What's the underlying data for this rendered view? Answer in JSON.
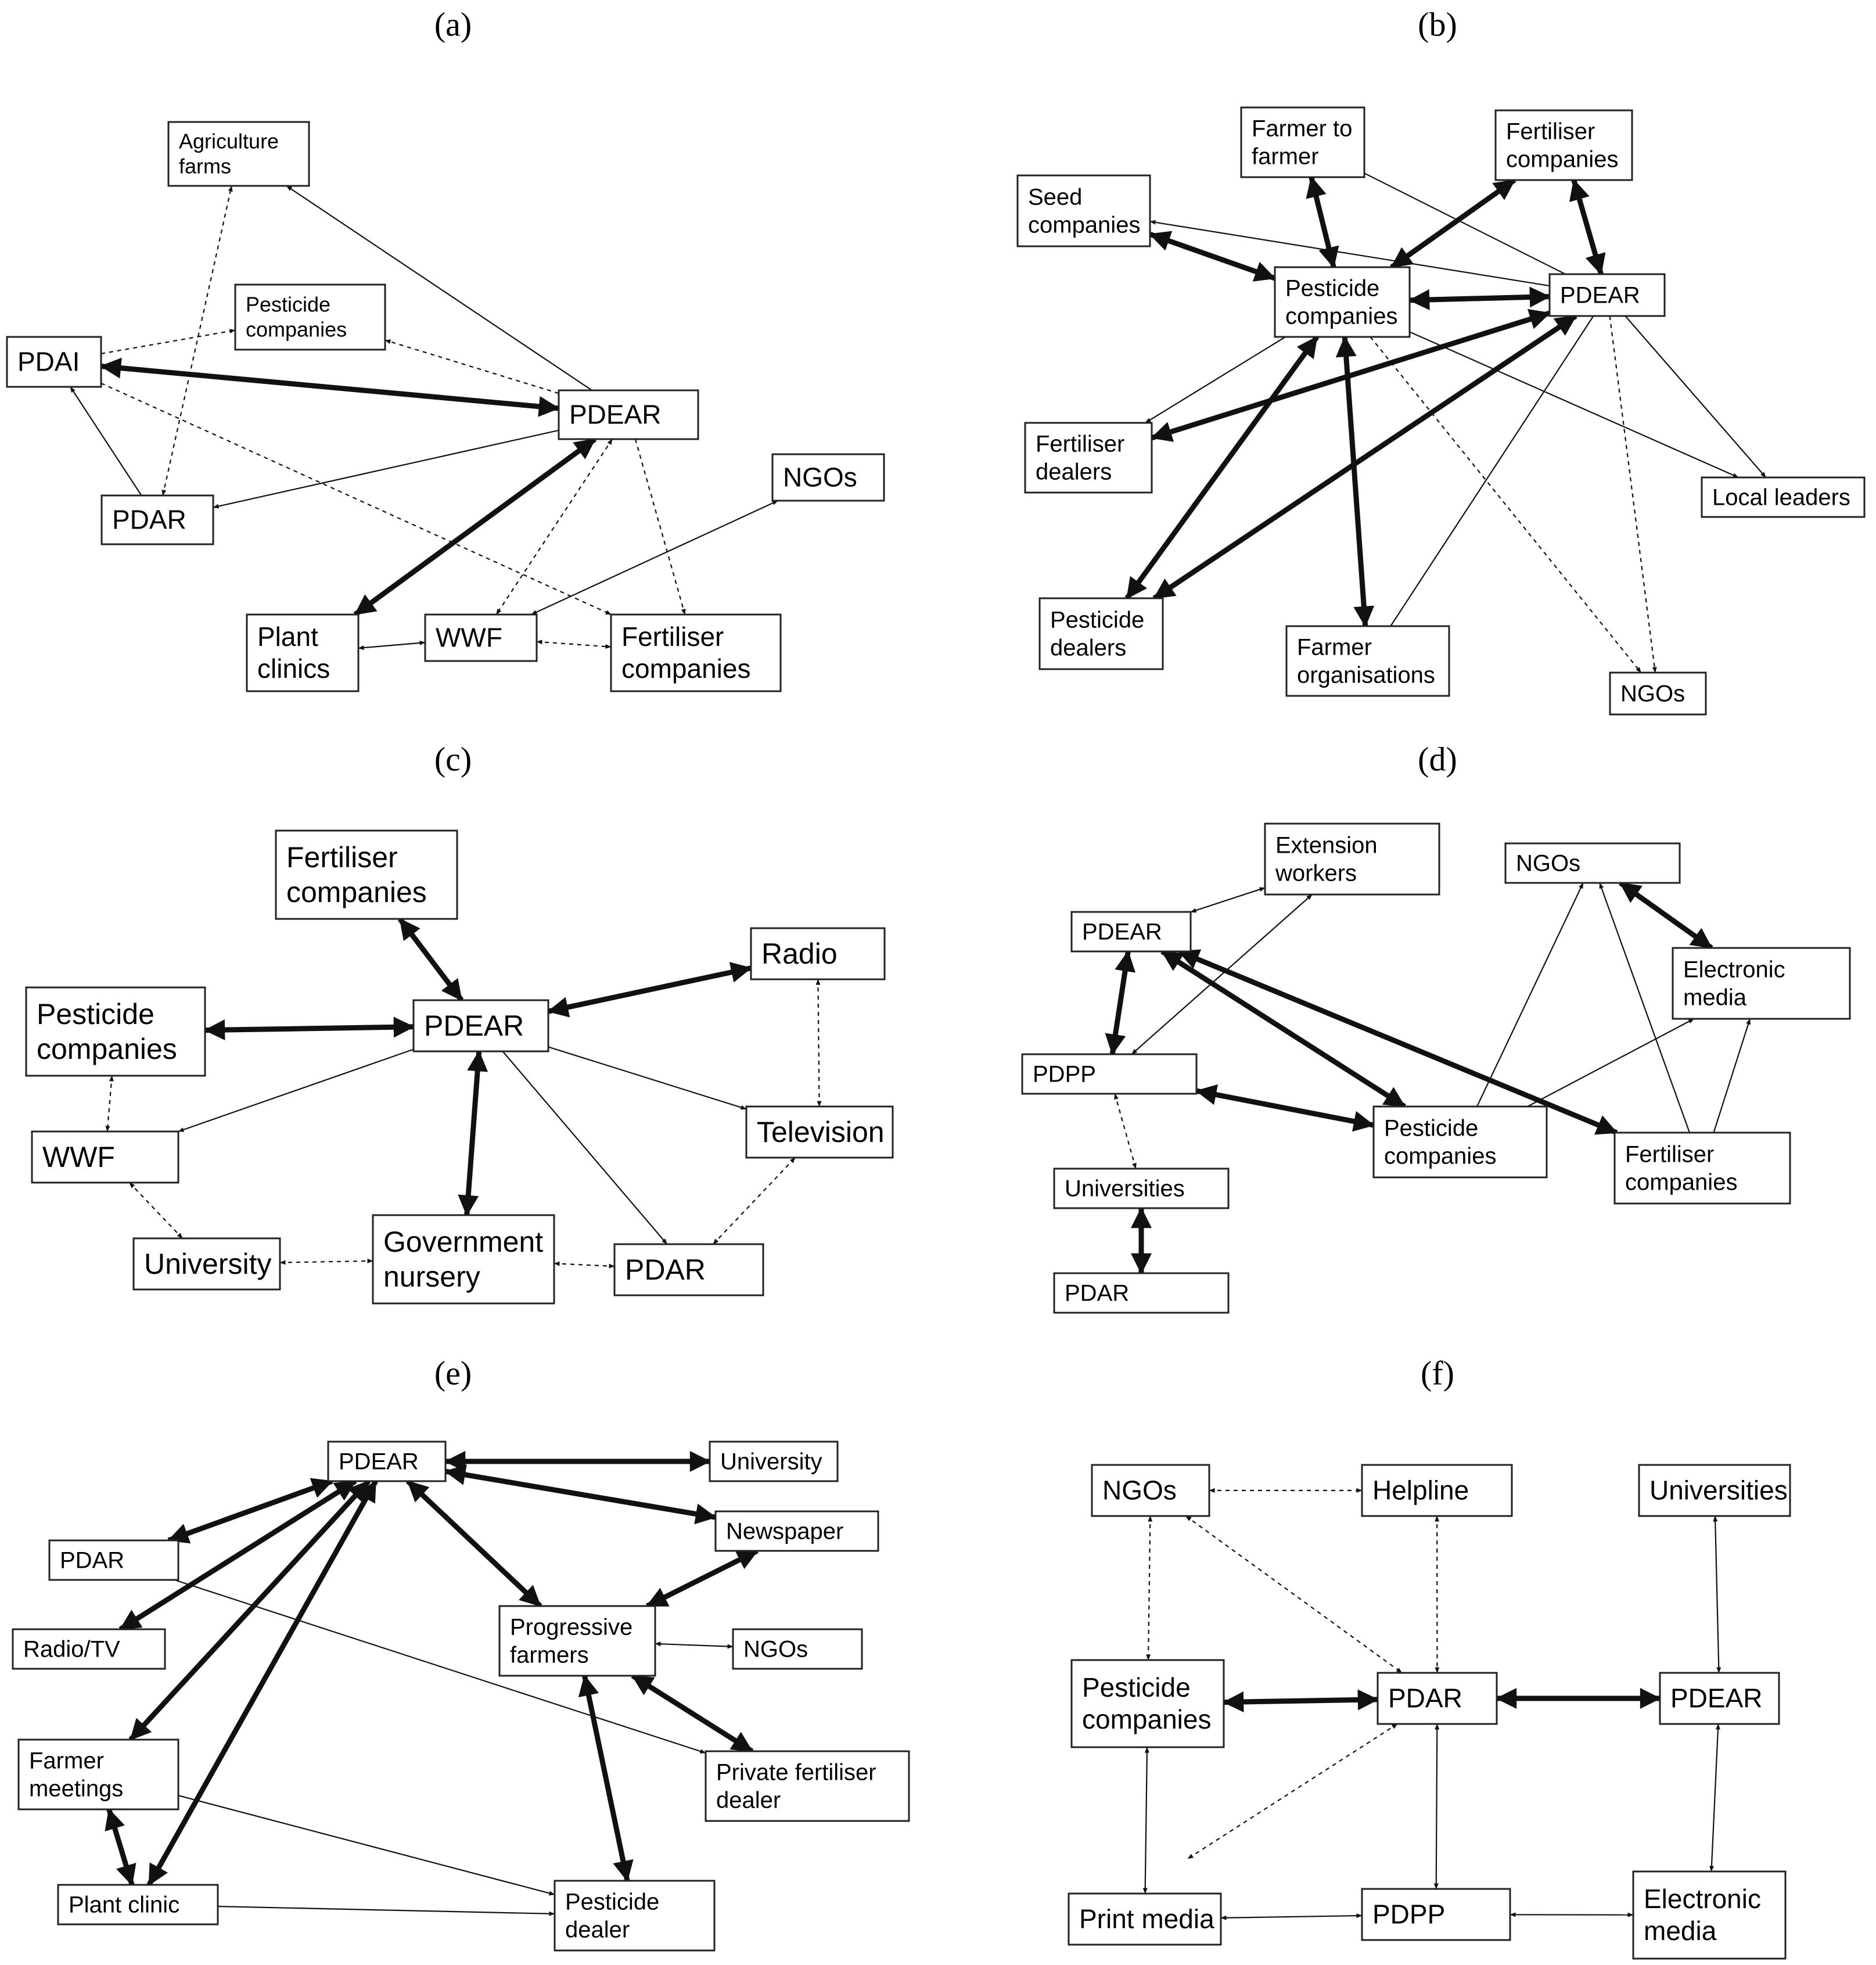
{
  "panels": [
    {
      "id": "a",
      "label": "(a)",
      "nodes": {
        "agri": {
          "lines": [
            "Agriculture",
            "farms"
          ]
        },
        "pest": {
          "lines": [
            "Pesticide",
            "companies"
          ]
        },
        "pdai": {
          "lines": [
            "PDAI"
          ]
        },
        "pdear": {
          "lines": [
            "PDEAR"
          ]
        },
        "ngos": {
          "lines": [
            "NGOs"
          ]
        },
        "pdar": {
          "lines": [
            "PDAR"
          ]
        },
        "plant": {
          "lines": [
            "Plant",
            "clinics"
          ]
        },
        "wwf": {
          "lines": [
            "WWF"
          ]
        },
        "fert": {
          "lines": [
            "Fertiliser",
            "companies"
          ]
        }
      },
      "edges": [
        {
          "from": "pdai",
          "to": "pdear",
          "style": "thick",
          "arrows": "both"
        },
        {
          "from": "pdear",
          "to": "plant",
          "style": "thick",
          "arrows": "both"
        },
        {
          "from": "pdear",
          "to": "agri",
          "style": "thin",
          "arrows": "end"
        },
        {
          "from": "pdear",
          "to": "pdar",
          "style": "thin",
          "arrows": "end"
        },
        {
          "from": "pdar",
          "to": "pdai",
          "style": "thin",
          "arrows": "end"
        },
        {
          "from": "pdai",
          "to": "pest",
          "style": "dashed",
          "arrows": "end"
        },
        {
          "from": "pdear",
          "to": "pest",
          "style": "dashed",
          "arrows": "end"
        },
        {
          "from": "pdar",
          "to": "agri",
          "style": "dashed",
          "arrows": "both"
        },
        {
          "from": "pdai",
          "to": "fert",
          "style": "dashed",
          "arrows": "end"
        },
        {
          "from": "pdear",
          "to": "fert",
          "style": "dashed",
          "arrows": "end"
        },
        {
          "from": "pdear",
          "to": "wwf",
          "style": "dashed",
          "arrows": "both"
        },
        {
          "from": "plant",
          "to": "wwf",
          "style": "thin",
          "arrows": "both"
        },
        {
          "from": "wwf",
          "to": "fert",
          "style": "dashed",
          "arrows": "both"
        },
        {
          "from": "wwf",
          "to": "ngos",
          "style": "thin",
          "arrows": "both"
        }
      ]
    },
    {
      "id": "b",
      "label": "(b)",
      "nodes": {
        "f2f": {
          "lines": [
            "Farmer to",
            "farmer"
          ]
        },
        "fertco": {
          "lines": [
            "Fertiliser",
            "companies"
          ]
        },
        "seed": {
          "lines": [
            "Seed",
            "companies"
          ]
        },
        "pestco": {
          "lines": [
            "Pesticide",
            "companies"
          ]
        },
        "pdear": {
          "lines": [
            "PDEAR"
          ]
        },
        "fertdeal": {
          "lines": [
            "Fertiliser",
            "dealers"
          ]
        },
        "local": {
          "lines": [
            "Local leaders"
          ]
        },
        "pestdeal": {
          "lines": [
            "Pesticide",
            "dealers"
          ]
        },
        "farmorg": {
          "lines": [
            "Farmer",
            "organisations"
          ]
        },
        "ngos": {
          "lines": [
            "NGOs"
          ]
        }
      },
      "edges": [
        {
          "from": "seed",
          "to": "pestco",
          "style": "thick",
          "arrows": "both"
        },
        {
          "from": "f2f",
          "to": "pestco",
          "style": "thick",
          "arrows": "both"
        },
        {
          "from": "pestco",
          "to": "fertco",
          "style": "thick",
          "arrows": "both"
        },
        {
          "from": "fertco",
          "to": "pdear",
          "style": "thick",
          "arrows": "both"
        },
        {
          "from": "pestco",
          "to": "pdear",
          "style": "thick",
          "arrows": "both"
        },
        {
          "from": "pdear",
          "to": "fertdeal",
          "style": "thick",
          "arrows": "both"
        },
        {
          "from": "pdear",
          "to": "pestdeal",
          "style": "thick",
          "arrows": "both"
        },
        {
          "from": "pestco",
          "to": "pestdeal",
          "style": "thick",
          "arrows": "both"
        },
        {
          "from": "pestco",
          "to": "farmorg",
          "style": "thick",
          "arrows": "both"
        },
        {
          "from": "pdear",
          "to": "seed",
          "style": "thin",
          "arrows": "end"
        },
        {
          "from": "pdear",
          "to": "f2f",
          "style": "thin",
          "arrows": "none"
        },
        {
          "from": "pestco",
          "to": "fertdeal",
          "style": "thin",
          "arrows": "end"
        },
        {
          "from": "pestco",
          "to": "local",
          "style": "thin",
          "arrows": "end"
        },
        {
          "from": "pdear",
          "to": "local",
          "style": "thin",
          "arrows": "end"
        },
        {
          "from": "pdear",
          "to": "farmorg",
          "style": "thin",
          "arrows": "none"
        },
        {
          "from": "pdear",
          "to": "ngos",
          "style": "dashed",
          "arrows": "end"
        },
        {
          "from": "pestco",
          "to": "ngos",
          "style": "dashed",
          "arrows": "end"
        }
      ]
    },
    {
      "id": "c",
      "label": "(c)",
      "nodes": {
        "fert": {
          "lines": [
            "Fertiliser",
            "companies"
          ]
        },
        "radio": {
          "lines": [
            "Radio"
          ]
        },
        "pest": {
          "lines": [
            "Pesticide",
            "companies"
          ]
        },
        "pdear": {
          "lines": [
            "PDEAR"
          ]
        },
        "tv": {
          "lines": [
            "Television"
          ]
        },
        "wwf": {
          "lines": [
            "WWF"
          ]
        },
        "univ": {
          "lines": [
            "University"
          ]
        },
        "gov": {
          "lines": [
            "Government",
            "nursery"
          ]
        },
        "pdar": {
          "lines": [
            "PDAR"
          ]
        }
      },
      "edges": [
        {
          "from": "fert",
          "to": "pdear",
          "style": "thick",
          "arrows": "both"
        },
        {
          "from": "pest",
          "to": "pdear",
          "style": "thick",
          "arrows": "both"
        },
        {
          "from": "pdear",
          "to": "radio",
          "style": "thick",
          "arrows": "both"
        },
        {
          "from": "pdear",
          "to": "gov",
          "style": "thick",
          "arrows": "both"
        },
        {
          "from": "pdear",
          "to": "tv",
          "style": "thin",
          "arrows": "end"
        },
        {
          "from": "pdear",
          "to": "wwf",
          "style": "thin",
          "arrows": "end"
        },
        {
          "from": "pdear",
          "to": "pdar",
          "style": "thin",
          "arrows": "end"
        },
        {
          "from": "radio",
          "to": "tv",
          "style": "dashed",
          "arrows": "both"
        },
        {
          "from": "pest",
          "to": "wwf",
          "style": "dashed",
          "arrows": "both"
        },
        {
          "from": "wwf",
          "to": "univ",
          "style": "dashed",
          "arrows": "both"
        },
        {
          "from": "univ",
          "to": "gov",
          "style": "dashed",
          "arrows": "both"
        },
        {
          "from": "gov",
          "to": "pdar",
          "style": "dashed",
          "arrows": "both"
        },
        {
          "from": "pdar",
          "to": "tv",
          "style": "dashed",
          "arrows": "both"
        }
      ]
    },
    {
      "id": "d",
      "label": "(d)",
      "nodes": {
        "ext": {
          "lines": [
            "Extension",
            "workers"
          ]
        },
        "ngos": {
          "lines": [
            "NGOs"
          ]
        },
        "pdear": {
          "lines": [
            "PDEAR"
          ]
        },
        "emedia": {
          "lines": [
            "Electronic",
            "media"
          ]
        },
        "pdpp": {
          "lines": [
            "PDPP"
          ]
        },
        "pest": {
          "lines": [
            "Pesticide",
            "companies"
          ]
        },
        "fert": {
          "lines": [
            "Fertiliser",
            "companies"
          ]
        },
        "univ": {
          "lines": [
            "Universities"
          ]
        },
        "pdar": {
          "lines": [
            "PDAR"
          ]
        }
      },
      "edges": [
        {
          "from": "ext",
          "to": "pdear",
          "style": "thin",
          "arrows": "both"
        },
        {
          "from": "pdear",
          "to": "pdpp",
          "style": "thick",
          "arrows": "both"
        },
        {
          "from": "pdear",
          "to": "pest",
          "style": "thick",
          "arrows": "both"
        },
        {
          "from": "pdear",
          "to": "fert",
          "style": "thick",
          "arrows": "both"
        },
        {
          "from": "pdpp",
          "to": "pest",
          "style": "thick",
          "arrows": "both"
        },
        {
          "from": "pdpp",
          "to": "ext",
          "style": "thin",
          "arrows": "both"
        },
        {
          "from": "ngos",
          "to": "emedia",
          "style": "thick",
          "arrows": "both"
        },
        {
          "from": "pest",
          "to": "ngos",
          "style": "thin",
          "arrows": "end"
        },
        {
          "from": "pest",
          "to": "emedia",
          "style": "thin",
          "arrows": "end"
        },
        {
          "from": "fert",
          "to": "ngos",
          "style": "thin",
          "arrows": "end"
        },
        {
          "from": "fert",
          "to": "emedia",
          "style": "thin",
          "arrows": "end"
        },
        {
          "from": "pdpp",
          "to": "univ",
          "style": "dashed",
          "arrows": "both"
        },
        {
          "from": "univ",
          "to": "pdar",
          "style": "thick",
          "arrows": "both"
        }
      ]
    },
    {
      "id": "e",
      "label": "(e)",
      "nodes": {
        "pdear": {
          "lines": [
            "PDEAR"
          ]
        },
        "univ": {
          "lines": [
            "University"
          ]
        },
        "news": {
          "lines": [
            "Newspaper"
          ]
        },
        "pdar": {
          "lines": [
            "PDAR"
          ]
        },
        "prog": {
          "lines": [
            "Progressive",
            "farmers"
          ]
        },
        "radio": {
          "lines": [
            "Radio/TV"
          ]
        },
        "ngos": {
          "lines": [
            "NGOs"
          ]
        },
        "meet": {
          "lines": [
            "Farmer",
            "meetings"
          ]
        },
        "pfert": {
          "lines": [
            "Private fertiliser",
            "dealer"
          ]
        },
        "clinic": {
          "lines": [
            "Plant clinic"
          ]
        },
        "pdeal": {
          "lines": [
            "Pesticide",
            "dealer"
          ]
        }
      },
      "edges": [
        {
          "from": "pdear",
          "to": "univ",
          "style": "thick",
          "arrows": "both"
        },
        {
          "from": "pdear",
          "to": "news",
          "style": "thick",
          "arrows": "both"
        },
        {
          "from": "pdear",
          "to": "prog",
          "style": "thick",
          "arrows": "both"
        },
        {
          "from": "news",
          "to": "prog",
          "style": "thick",
          "arrows": "both"
        },
        {
          "from": "pdear",
          "to": "pdar",
          "style": "thick",
          "arrows": "both"
        },
        {
          "from": "pdear",
          "to": "radio",
          "style": "thick",
          "arrows": "both"
        },
        {
          "from": "pdear",
          "to": "meet",
          "style": "thick",
          "arrows": "both"
        },
        {
          "from": "pdear",
          "to": "clinic",
          "style": "thick",
          "arrows": "both"
        },
        {
          "from": "meet",
          "to": "clinic",
          "style": "thick",
          "arrows": "both"
        },
        {
          "from": "prog",
          "to": "pfert",
          "style": "thick",
          "arrows": "both"
        },
        {
          "from": "prog",
          "to": "pdeal",
          "style": "thick",
          "arrows": "both"
        },
        {
          "from": "prog",
          "to": "ngos",
          "style": "thin",
          "arrows": "both"
        },
        {
          "from": "pdar",
          "to": "pfert",
          "style": "thin",
          "arrows": "end"
        },
        {
          "from": "meet",
          "to": "pdeal",
          "style": "thin",
          "arrows": "end"
        },
        {
          "from": "clinic",
          "to": "pdeal",
          "style": "thin",
          "arrows": "end"
        }
      ]
    },
    {
      "id": "f",
      "label": "(f)",
      "nodes": {
        "ngos": {
          "lines": [
            "NGOs"
          ]
        },
        "help": {
          "lines": [
            "Helpline"
          ]
        },
        "univ": {
          "lines": [
            "Universities"
          ]
        },
        "pest": {
          "lines": [
            "Pesticide",
            "companies"
          ]
        },
        "pdar": {
          "lines": [
            "PDAR"
          ]
        },
        "pdear": {
          "lines": [
            "PDEAR"
          ]
        },
        "print": {
          "lines": [
            "Print media"
          ]
        },
        "pdpp": {
          "lines": [
            "PDPP"
          ]
        },
        "emedia": {
          "lines": [
            "Electronic",
            "media"
          ]
        }
      },
      "edges": [
        {
          "from": "ngos",
          "to": "help",
          "style": "dashed",
          "arrows": "both"
        },
        {
          "from": "ngos",
          "to": "pest",
          "style": "dashed",
          "arrows": "both"
        },
        {
          "from": "ngos",
          "to": "pdar",
          "style": "dashed",
          "arrows": "both"
        },
        {
          "from": "help",
          "to": "pdar",
          "style": "dashed",
          "arrows": "both"
        },
        {
          "from": "pest",
          "to": "pdar",
          "style": "thick",
          "arrows": "both"
        },
        {
          "from": "pdar",
          "to": "pdear",
          "style": "thick",
          "arrows": "both"
        },
        {
          "from": "univ",
          "to": "pdear",
          "style": "thin",
          "arrows": "both"
        },
        {
          "from": "pest",
          "to": "print",
          "style": "thin",
          "arrows": "both"
        },
        {
          "from": "pdar",
          "to": "pdpp",
          "style": "thin",
          "arrows": "both"
        },
        {
          "from": "pdear",
          "to": "emedia",
          "style": "thin",
          "arrows": "both"
        },
        {
          "from": "print",
          "to": "pdpp",
          "style": "thin",
          "arrows": "both"
        },
        {
          "from": "pdpp",
          "to": "emedia",
          "style": "thin",
          "arrows": "both"
        },
        {
          "from": "pdar",
          "to": "print",
          "style": "dashed",
          "arrows": "both"
        }
      ]
    }
  ]
}
